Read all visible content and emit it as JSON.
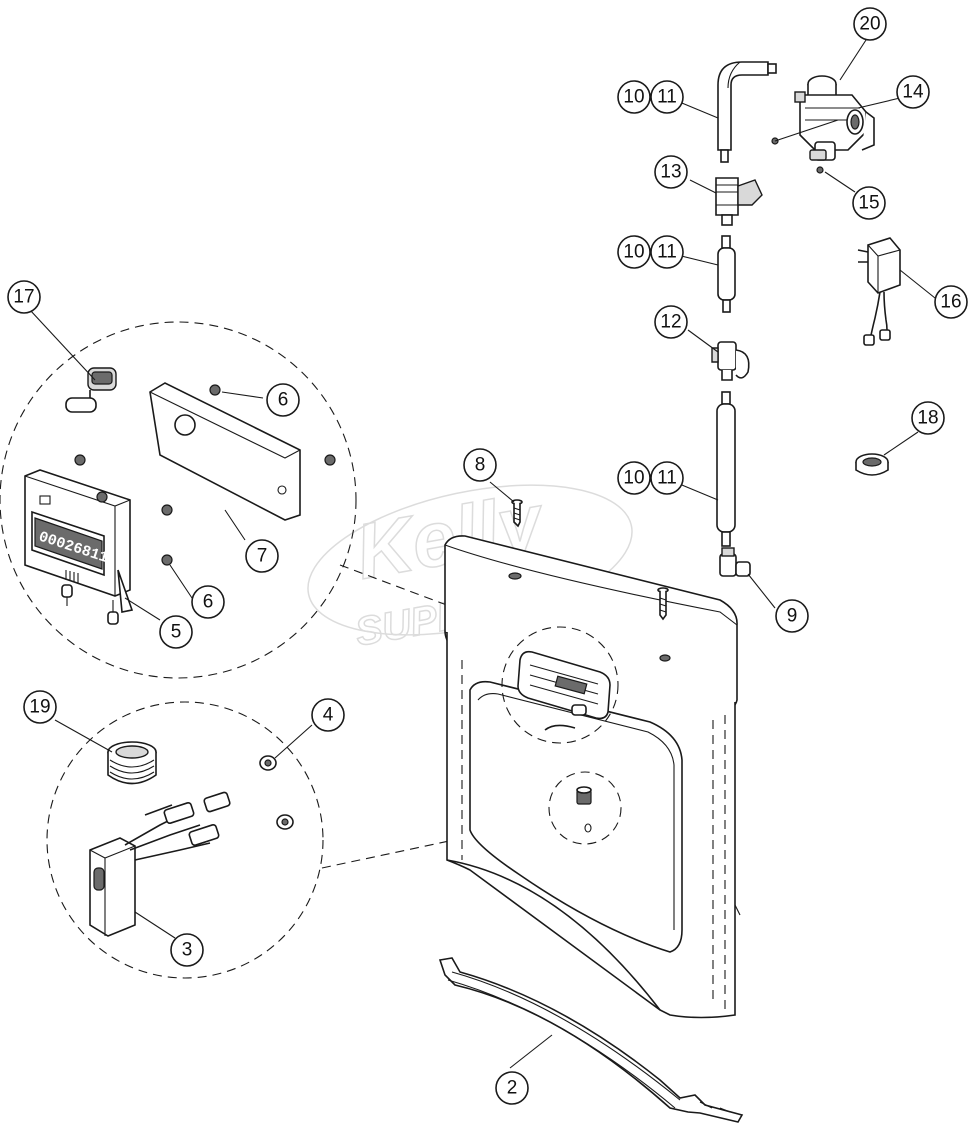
{
  "watermark": {
    "line1": "Kelly",
    "line2": "SUPPLY"
  },
  "display_readout": "00026811",
  "parts": [
    {
      "id": "p2",
      "label": "2"
    },
    {
      "id": "p3",
      "label": "3"
    },
    {
      "id": "p4",
      "label": "4"
    },
    {
      "id": "p5",
      "label": "5"
    },
    {
      "id": "p6a",
      "label": "6"
    },
    {
      "id": "p6b",
      "label": "6"
    },
    {
      "id": "p7",
      "label": "7"
    },
    {
      "id": "p8",
      "label": "8"
    },
    {
      "id": "p9",
      "label": "9"
    },
    {
      "id": "p10a",
      "label": "10"
    },
    {
      "id": "p11a",
      "label": "11"
    },
    {
      "id": "p10b",
      "label": "10"
    },
    {
      "id": "p11b",
      "label": "11"
    },
    {
      "id": "p10c",
      "label": "10"
    },
    {
      "id": "p11c",
      "label": "11"
    },
    {
      "id": "p12",
      "label": "12"
    },
    {
      "id": "p13",
      "label": "13"
    },
    {
      "id": "p14",
      "label": "14"
    },
    {
      "id": "p15",
      "label": "15"
    },
    {
      "id": "p16",
      "label": "16"
    },
    {
      "id": "p17",
      "label": "17"
    },
    {
      "id": "p18",
      "label": "18"
    },
    {
      "id": "p19",
      "label": "19"
    },
    {
      "id": "p20",
      "label": "20"
    }
  ]
}
